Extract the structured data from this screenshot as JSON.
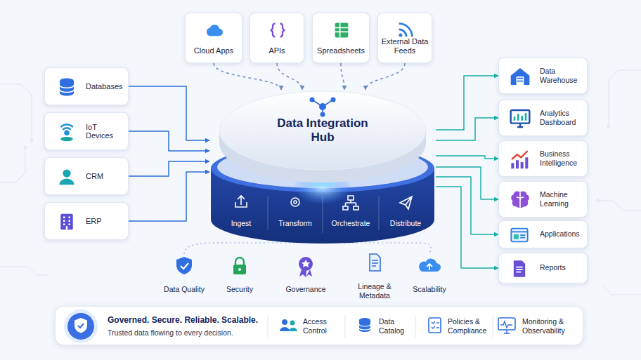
{
  "diagram": {
    "nodes": [
      {
        "text": [
          "Cloud Apps"
        ]
      },
      {
        "text": [
          "APIs"
        ]
      },
      {
        "text": [
          "Spreadsheets"
        ]
      },
      {
        "text": [
          "External Data Feeds"
        ]
      },
      {
        "text": [
          "Databases"
        ]
      },
      {
        "text": [
          "IoT Devices"
        ]
      },
      {
        "text": [
          "CRM"
        ]
      },
      {
        "text": [
          "ERP"
        ]
      },
      {
        "text": [
          "Data Integration Hub"
        ]
      },
      {
        "text": [
          "Ingest"
        ],
        "in": 8
      },
      {
        "text": [
          "Transform"
        ],
        "in": 8
      },
      {
        "text": [
          "Orchestrate"
        ],
        "in": 8
      },
      {
        "text": [
          "Distribute"
        ],
        "in": 8
      },
      {
        "text": [
          "Data Warehouse"
        ]
      },
      {
        "text": [
          "Analytics Dashboard"
        ]
      },
      {
        "text": [
          "Business Intelligence"
        ]
      },
      {
        "text": [
          "Machine Learning"
        ]
      },
      {
        "text": [
          "Applications"
        ]
      },
      {
        "text": [
          "Reports"
        ]
      },
      {
        "text": [
          "Governed. Secure. Reliable. Scalable.",
          "Trusted data flowing to every decision.",
          "Access Control",
          "Data Catalog",
          "Policies & Compliance",
          "Monitoring & Observability"
        ]
      }
    ],
    "edges": [
      {
        "from": 0,
        "to": 8,
        "arrow": "to"
      },
      {
        "from": 1,
        "to": 8,
        "arrow": "to"
      },
      {
        "from": 2,
        "to": 8,
        "arrow": "to"
      },
      {
        "from": 3,
        "to": 8,
        "arrow": "to"
      },
      {
        "from": 4,
        "to": 8,
        "arrow": "to"
      },
      {
        "from": 5,
        "to": 8,
        "arrow": "to"
      },
      {
        "from": 6,
        "to": 8,
        "arrow": "to"
      },
      {
        "from": 7,
        "to": 8,
        "arrow": "to"
      },
      {
        "from": 8,
        "to": 13,
        "arrow": "to"
      },
      {
        "from": 8,
        "to": 14,
        "arrow": "to"
      },
      {
        "from": 8,
        "to": 15,
        "arrow": "to"
      },
      {
        "from": 8,
        "to": 16,
        "arrow": "to"
      },
      {
        "from": 8,
        "to": 17,
        "arrow": "to"
      },
      {
        "from": 8,
        "to": 18,
        "arrow": "to"
      }
    ],
    "labels": [
      "Data Quality",
      "Security",
      "Governance",
      "Lineage & Metadata",
      "Scalability"
    ]
  }
}
